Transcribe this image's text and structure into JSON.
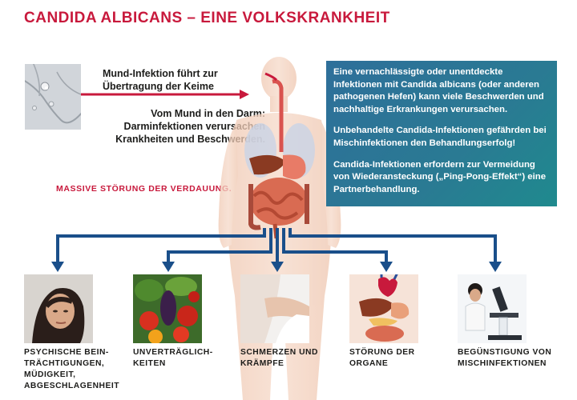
{
  "title": "CANDIDA ALBICANS – EINE VOLKSKRANKHEIT",
  "label_mouth": [
    "Mund-Infektion führt zur",
    "Übertragung der Keime"
  ],
  "label_gut": [
    "Vom Mund in den Darm:",
    "Darminfektionen verursachen",
    "Krankheiten und Beschwerden."
  ],
  "label_digestion": "MASSIVE STÖRUNG DER VERDAUUNG.",
  "info": [
    "Eine vernachlässigte oder unentdeckte Infektionen mit Candida albicans (oder anderen pathogenen Hefen) kann viele Beschwerden und nachhaltige Erkrankungen verursachen.",
    "Unbehandelte Candida-Infektionen gefährden bei Mischinfektionen den Behandlungserfolg!",
    "Candida-Infektionen erfordern zur Vermeidung von Wiederansteckung („Ping-Pong-Effekt“) eine Partnerbehandlung."
  ],
  "consequences": [
    {
      "lines": [
        "PSYCHISCHE BEIN-",
        "TRÄCHTIGUNGEN,",
        "MÜDIGKEIT,",
        "ABGESCHLAGENHEIT"
      ]
    },
    {
      "lines": [
        "UNVERTRÄGLICH-",
        "KEITEN"
      ]
    },
    {
      "lines": [
        "SCHMERZEN UND",
        "KRÄMPFE"
      ]
    },
    {
      "lines": [
        "STÖRUNG DER",
        "ORGANE"
      ]
    },
    {
      "lines": [
        "BEGÜNSTIGUNG VON",
        "MISCHINFEKTIONEN"
      ]
    }
  ],
  "colors": {
    "accent_red": "#c8193c",
    "flow_blue": "#1a4f8a",
    "info_bg": "#2e6f9a"
  }
}
